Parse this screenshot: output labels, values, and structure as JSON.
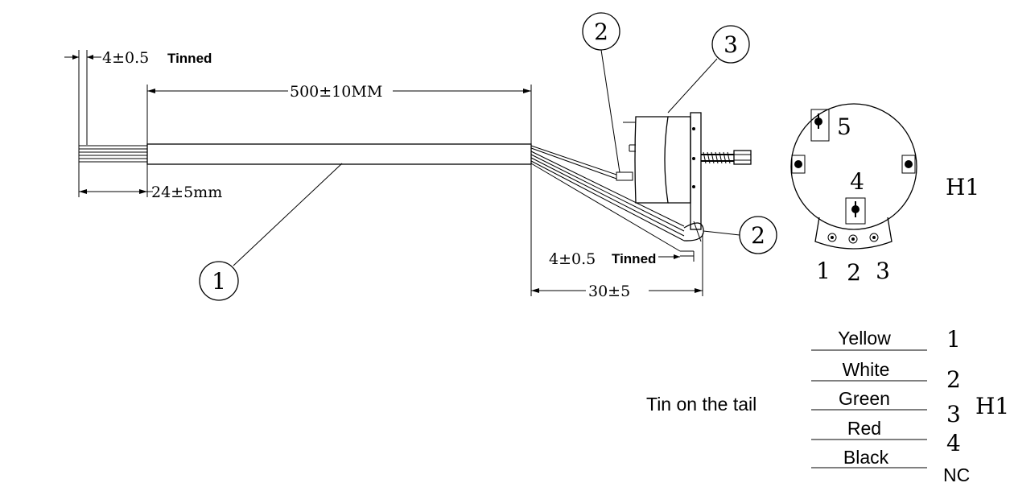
{
  "dimensions": {
    "strip_left": "4±0.5",
    "strip_right": "4±0.5",
    "tinned_word": "Tinned",
    "cable_length": "500±10MM",
    "jacket_strip": "24±5mm",
    "tail_length": "30±5"
  },
  "balloons": {
    "cable": "1",
    "wire_upper": "2",
    "wire_lower": "2",
    "sensor": "3"
  },
  "connector_view": {
    "label": "H1",
    "pins": [
      "5",
      "4"
    ],
    "bottom_pins": [
      "1",
      "2",
      "3"
    ]
  },
  "wiring_table": {
    "note": "Tin on the tail",
    "group_label": "H1",
    "colors": [
      "Yellow",
      "White",
      "Green",
      "Red",
      "Black"
    ],
    "pins": [
      "1",
      "2",
      "3",
      "4",
      "NC"
    ]
  }
}
